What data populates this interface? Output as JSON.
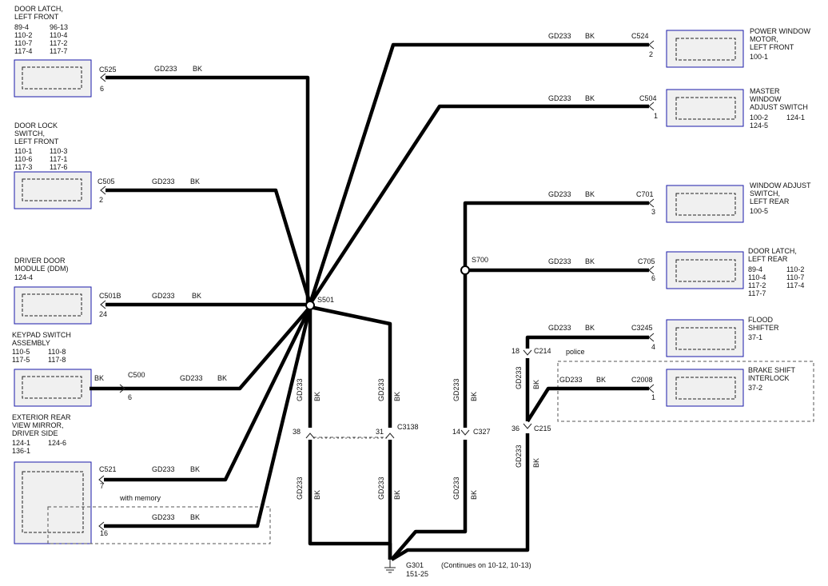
{
  "components": {
    "door_latch_lf": {
      "lines": [
        "DOOR LATCH,",
        "LEFT FRONT"
      ],
      "refs": [
        [
          "89-4",
          "96-13"
        ],
        [
          "110-2",
          "110-4"
        ],
        [
          "110-7",
          "117-2"
        ],
        [
          "117-4",
          "117-7"
        ]
      ]
    },
    "door_lock_switch_lf": {
      "lines": [
        "DOOR LOCK",
        "SWITCH,",
        "LEFT FRONT"
      ],
      "refs": [
        [
          "110-1",
          "110-3"
        ],
        [
          "110-6",
          "117-1"
        ],
        [
          "117-3",
          "117-6"
        ]
      ]
    },
    "ddm": {
      "lines": [
        "DRIVER DOOR",
        "MODULE (DDM)"
      ],
      "refs": [
        [
          "124-4",
          ""
        ]
      ]
    },
    "keypad": {
      "lines": [
        "KEYPAD SWITCH",
        "ASSEMBLY"
      ],
      "refs": [
        [
          "110-5",
          "110-8"
        ],
        [
          "117-5",
          "117-8"
        ]
      ]
    },
    "mirror": {
      "lines": [
        "EXTERIOR REAR",
        "VIEW MIRROR,",
        "DRIVER SIDE"
      ],
      "refs": [
        [
          "124-1",
          "124-6"
        ],
        [
          "136-1",
          ""
        ]
      ]
    },
    "pw_motor_lf": {
      "lines": [
        "POWER WINDOW",
        "MOTOR,",
        "LEFT FRONT"
      ],
      "refs": [
        [
          "100-1",
          ""
        ]
      ]
    },
    "master_window": {
      "lines": [
        "MASTER",
        "WINDOW",
        "ADJUST SWITCH"
      ],
      "refs": [
        [
          "100-2",
          "124-1"
        ],
        [
          "124-5",
          ""
        ]
      ]
    },
    "window_adjust_lr": {
      "lines": [
        "WINDOW ADJUST",
        "SWITCH,",
        "LEFT REAR"
      ],
      "refs": [
        [
          "100-5",
          ""
        ]
      ]
    },
    "door_latch_lr": {
      "lines": [
        "DOOR LATCH,",
        "LEFT REAR"
      ],
      "refs": [
        [
          "89-4",
          "110-2"
        ],
        [
          "110-4",
          "110-7"
        ],
        [
          "117-2",
          "117-4"
        ],
        [
          "117-7",
          ""
        ]
      ]
    },
    "flood_shifter": {
      "lines": [
        "FLOOD",
        "SHIFTER"
      ],
      "refs": [
        [
          "37-1",
          ""
        ]
      ]
    },
    "brake_shift": {
      "lines": [
        "BRAKE SHIFT",
        "INTERLOCK"
      ],
      "refs": [
        [
          "37-2",
          ""
        ]
      ]
    }
  },
  "connectors": {
    "c525": {
      "name": "C525",
      "pin": "6"
    },
    "c505": {
      "name": "C505",
      "pin": "2"
    },
    "c501b": {
      "name": "C501B",
      "pin": "24"
    },
    "c500": {
      "name": "C500",
      "pin": "6"
    },
    "c521": {
      "name": "C521",
      "pin": "7"
    },
    "c521_16": {
      "pin": "16"
    },
    "c524": {
      "name": "C524",
      "pin": "2"
    },
    "c504": {
      "name": "C504",
      "pin": "1"
    },
    "c701": {
      "name": "C701",
      "pin": "3"
    },
    "c705": {
      "name": "C705",
      "pin": "6"
    },
    "c3245": {
      "name": "C3245",
      "pin": "4"
    },
    "c2008": {
      "name": "C2008",
      "pin": "1"
    },
    "c214": {
      "name": "C214",
      "pin": "18"
    },
    "c215": {
      "name": "C215",
      "pin": "36"
    },
    "c327": {
      "name": "C327",
      "pin": "14"
    },
    "c3138": {
      "name": "C3138",
      "pin": "31"
    },
    "pin38": {
      "pin": "38"
    }
  },
  "wire": {
    "circuit": "GD233",
    "color": "BK"
  },
  "splices": {
    "s501": "S501",
    "s700": "S700"
  },
  "ground": {
    "name": "G301",
    "ref": "151-25",
    "note": "(Continues on 10-12, 10-13)"
  },
  "notes": {
    "with_memory": "with memory",
    "police": "police"
  }
}
